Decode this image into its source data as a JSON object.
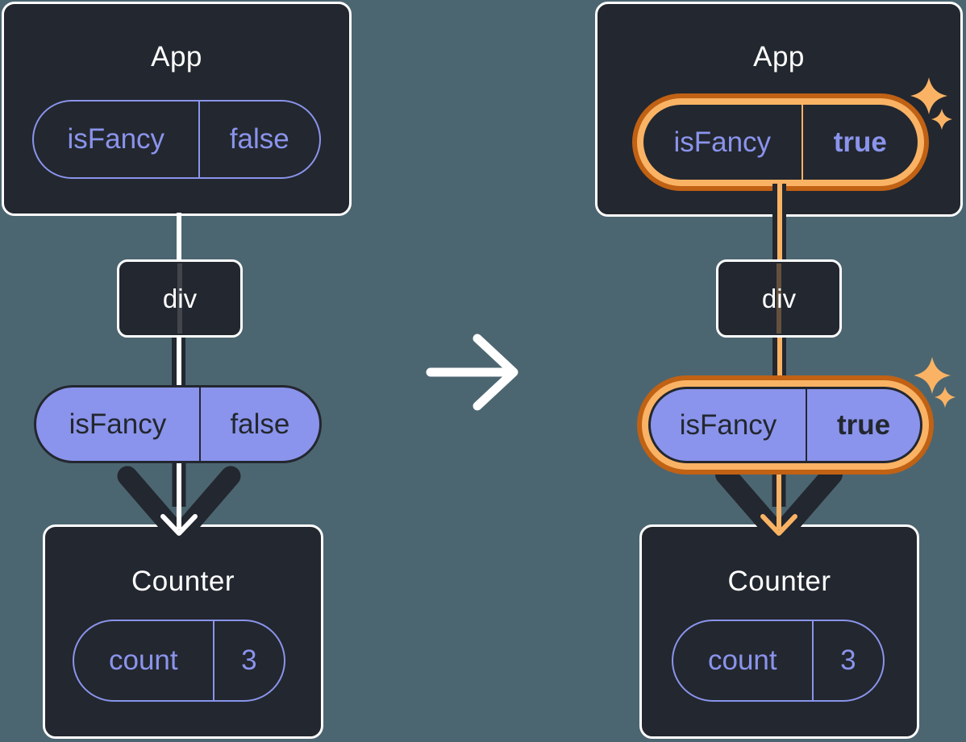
{
  "before": {
    "app": {
      "title": "App",
      "state_key": "isFancy",
      "state_value": "false"
    },
    "container": {
      "label": "div"
    },
    "prop": {
      "key": "isFancy",
      "value": "false"
    },
    "counter": {
      "title": "Counter",
      "state_key": "count",
      "state_value": "3"
    }
  },
  "after": {
    "app": {
      "title": "App",
      "state_key": "isFancy",
      "state_value": "true"
    },
    "container": {
      "label": "div"
    },
    "prop": {
      "key": "isFancy",
      "value": "true"
    },
    "counter": {
      "title": "Counter",
      "state_key": "count",
      "state_value": "3"
    }
  },
  "icons": {
    "transition": "arrow-right-icon",
    "highlight": "sparkles-icon"
  },
  "colors": {
    "background": "#4C6671",
    "card": "#23272F",
    "card_border": "#FFFFFF",
    "purple": "#8A94EC",
    "pill_text_dark": "#23272F",
    "highlight_orange_dark": "#C06114",
    "highlight_orange_light": "#FAB364",
    "arrow_white": "#FFFFFF"
  }
}
